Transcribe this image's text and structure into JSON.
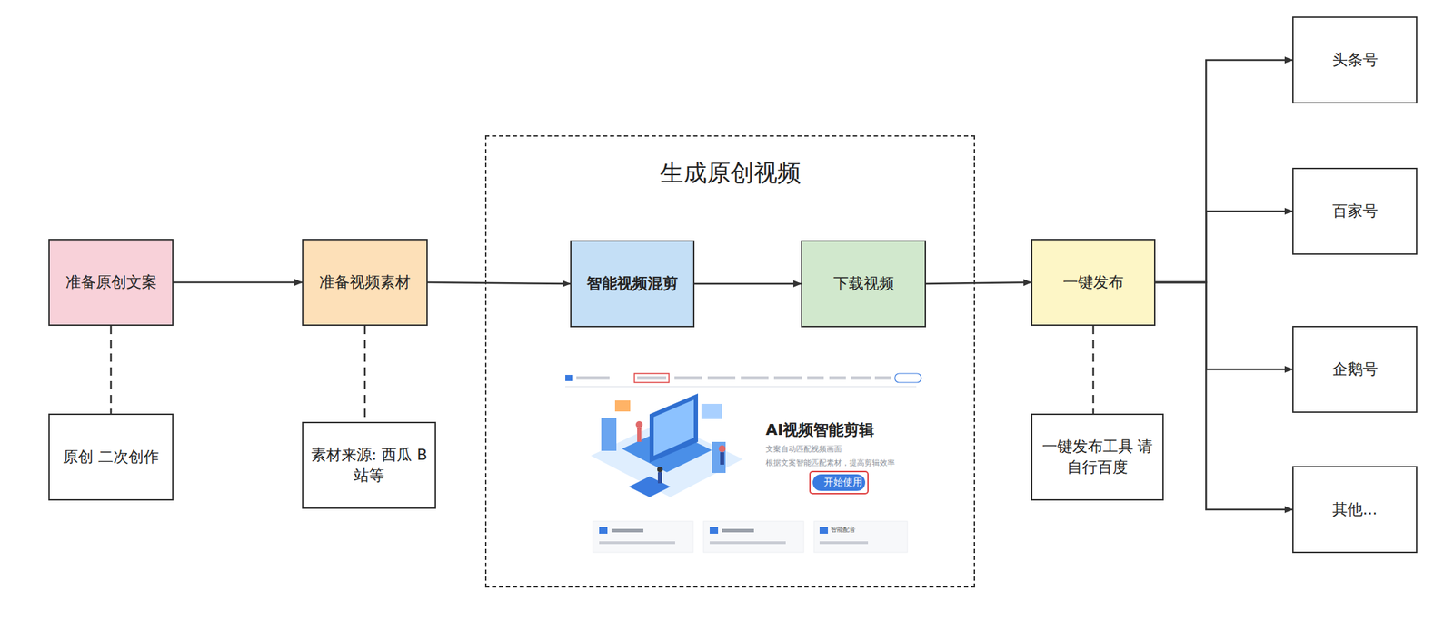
{
  "diagram": {
    "nodes": [
      {
        "text": [
          "准备原创文案"
        ]
      },
      {
        "text": [
          "原创 二次创作"
        ]
      },
      {
        "text": [
          "准备视频素材"
        ]
      },
      {
        "text": [
          "素材来源: 西瓜 B站等"
        ]
      },
      {
        "text": [
          "生成原创视频"
        ]
      },
      {
        "text": [
          "智能视频混剪"
        ],
        "in": 4
      },
      {
        "text": [
          "下载视频"
        ],
        "in": 4
      },
      {
        "text": [
          "一键发布"
        ]
      },
      {
        "text": [
          "一键发布工具 请自行百度"
        ]
      },
      {
        "text": [
          "头条号"
        ]
      },
      {
        "text": [
          "百家号"
        ]
      },
      {
        "text": [
          "企鹅号"
        ]
      },
      {
        "text": [
          "其他..."
        ]
      }
    ],
    "edges": [
      {
        "from": 0,
        "to": 2,
        "arrow": "to"
      },
      {
        "from": 2,
        "to": 5,
        "arrow": "to"
      },
      {
        "from": 5,
        "to": 6,
        "arrow": "to"
      },
      {
        "from": 6,
        "to": 7,
        "arrow": "to"
      },
      {
        "from": 7,
        "to": 9,
        "arrow": "to"
      },
      {
        "from": 7,
        "to": 10,
        "arrow": "to"
      },
      {
        "from": 7,
        "to": 11,
        "arrow": "to"
      },
      {
        "from": 7,
        "to": 12,
        "arrow": "to"
      },
      {
        "from": 0,
        "to": 1,
        "arrow": "none"
      },
      {
        "from": 2,
        "to": 3,
        "arrow": "none"
      },
      {
        "from": 7,
        "to": 8,
        "arrow": "none"
      }
    ],
    "labels": [
      "AI视频智能剪辑",
      "文案自动匹配视频画面",
      "根据文案智能匹配素材，提高剪辑效率",
      "开始使用",
      "智能配音"
    ]
  }
}
